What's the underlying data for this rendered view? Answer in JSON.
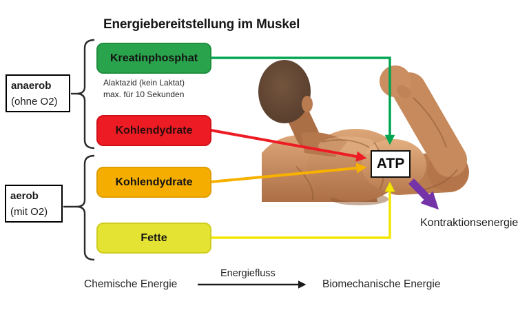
{
  "title": "Energiebereitstellung im Muskel",
  "groups": {
    "anaerob": {
      "label": "anaerob",
      "sublabel": "(ohne O2)"
    },
    "aerob": {
      "label": "aerob",
      "sublabel": "(mit O2)"
    }
  },
  "sources": {
    "kreatinphosphat": {
      "label": "Kreatinphosphat",
      "color": "#2aa44c"
    },
    "kohlenhydrate_anaerob": {
      "label": "Kohlendydrate",
      "color": "#ed1c24"
    },
    "kohlenhydrate_aerob": {
      "label": "Kohlendydrate",
      "color": "#f5ae00"
    },
    "fette": {
      "label": "Fette",
      "color": "#e4e233"
    }
  },
  "note": {
    "line1": "Alaktazid (kein Laktat)",
    "line2": "max. für 10 Sekunden"
  },
  "atp": {
    "label": "ATP"
  },
  "output": {
    "label": "Kontraktionsenergie",
    "arrow_color": "#7434a8"
  },
  "arrows": {
    "green": "#00a551",
    "red": "#ed1c24",
    "orange": "#f7b200",
    "yellow": "#f2e500",
    "black": "#1a1a1a"
  },
  "footer": {
    "left": "Chemische Energie",
    "arrow_label": "Energiefluss",
    "right": "Biomechanische Energie"
  }
}
